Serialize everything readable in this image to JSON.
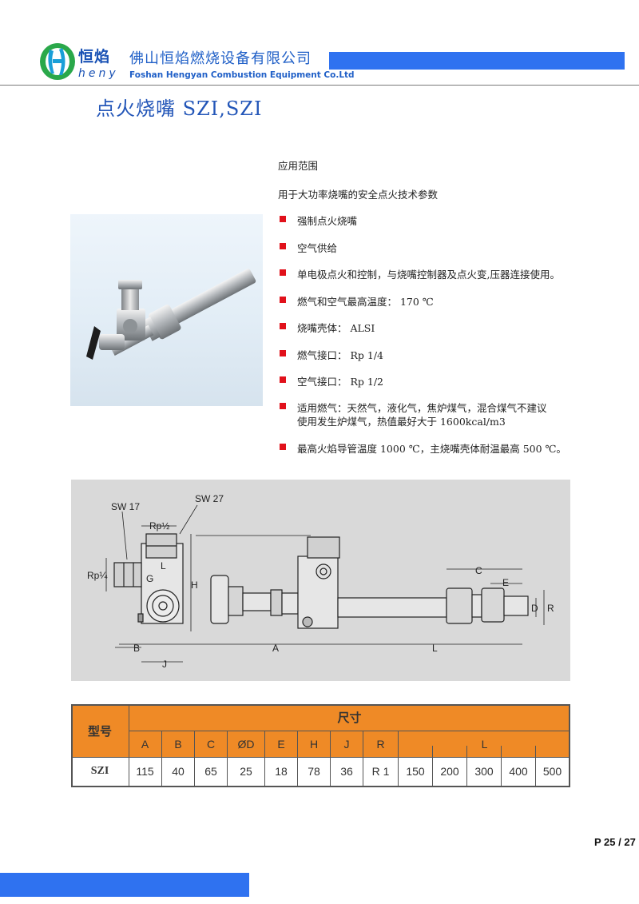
{
  "header": {
    "brand_cn": "恒焰",
    "brand_en": "heny",
    "company_cn": "佛山恒焰燃烧设备有限公司",
    "company_en": "Foshan Hengyan Combustion Equipment Co.Ltd",
    "accent_color": "#2f72f0",
    "logo_icon": "heny-logo-icon"
  },
  "page_title": "点火烧嘴 SZI,SZI",
  "spec": {
    "heading": "应用范围",
    "intro": "用于大功率烧嘴的安全点火技术参数",
    "bullet_color": "#e1111b",
    "items": [
      {
        "lines": [
          "强制点火烧嘴"
        ]
      },
      {
        "lines": [
          "空气供给"
        ]
      },
      {
        "lines": [
          "单电极点火和控制，与烧嘴控制器及点火变,压器连接使用。"
        ]
      },
      {
        "lines": [
          "燃气和空气最高温度：  170 ℃"
        ]
      },
      {
        "lines": [
          "烧嘴壳体：  ALSI"
        ]
      },
      {
        "lines": [
          "燃气接口：  Rp 1/4"
        ]
      },
      {
        "lines": [
          "空气接口：  Rp 1/2"
        ]
      },
      {
        "lines": [
          "适用燃气：天然气，液化气，焦炉煤气，混合煤气不建议",
          "使用发生炉煤气，热值最好大于  1600kcal/m3"
        ]
      },
      {
        "lines": [
          "最高火焰导管温度  1000 ℃，主烧嘴壳体耐温最高  500 ℃。"
        ]
      }
    ]
  },
  "drawing": {
    "labels": {
      "sw17": "SW 17",
      "sw27": "SW 27",
      "rp12": "Rp½",
      "rp14": "Rp¼",
      "g": "G",
      "l_small": "L",
      "h": "H",
      "b": "B",
      "j": "J",
      "a": "A",
      "l": "L",
      "c": "C",
      "e": "E",
      "d": "D",
      "r": "R"
    }
  },
  "table": {
    "header_color": "#ef8a26",
    "model_header": "型号",
    "dim_header": "尺寸",
    "columns": [
      "A",
      "B",
      "C",
      "ØD",
      "E",
      "H",
      "J",
      "R"
    ],
    "l_header": "L",
    "rows": [
      {
        "model": "SZI",
        "values": [
          "115",
          "40",
          "65",
          "25",
          "18",
          "78",
          "36",
          "R 1"
        ],
        "l_values": [
          "150",
          "200",
          "300",
          "400",
          "500"
        ]
      }
    ]
  },
  "page_number": "P 25 / 27"
}
